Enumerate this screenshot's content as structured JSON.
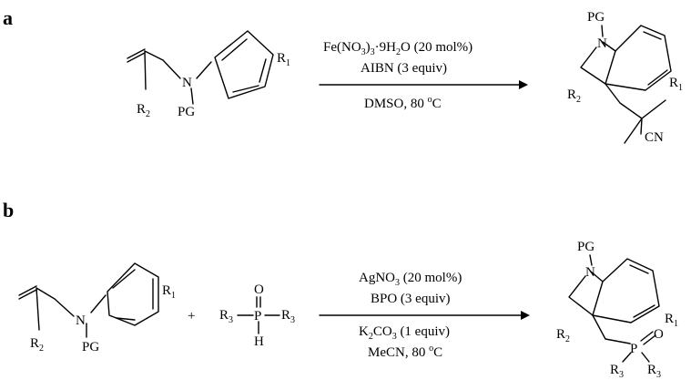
{
  "scheme_a": {
    "label": "a",
    "reactant": {
      "PG": "PG",
      "N": "N",
      "R1": "R",
      "R1_sub": "1",
      "R2": "R",
      "R2_sub": "2"
    },
    "conditions": {
      "line1": {
        "a": "Fe(NO",
        "b": "3",
        "c": ")",
        "d": "3",
        "e": "·9H",
        "f": "2",
        "g": "O (20 mol%)"
      },
      "line2": "AIBN (3 equiv)",
      "line3": {
        "a": "DMSO, 80 ",
        "b": "o",
        "c": "C"
      }
    },
    "product": {
      "PG": "PG",
      "N": "N",
      "R1": "R",
      "R1_sub": "1",
      "R2": "R",
      "R2_sub": "2",
      "CN": "CN"
    }
  },
  "scheme_b": {
    "label": "b",
    "reactant": {
      "PG": "PG",
      "N": "N",
      "R1": "R",
      "R1_sub": "1",
      "R2": "R",
      "R2_sub": "2"
    },
    "plus": "+",
    "reagent": {
      "O": "O",
      "P": "P",
      "H": "H",
      "R3": "R",
      "R3_sub": "3"
    },
    "conditions": {
      "line1": {
        "a": "AgNO",
        "b": "3",
        "c": " (20 mol%)"
      },
      "line2": "BPO (3 equiv)",
      "line3": {
        "a": "K",
        "b": "2",
        "c": "CO",
        "d": "3",
        "e": " (1 equiv)"
      },
      "line4": {
        "a": "MeCN, 80 ",
        "b": "o",
        "c": "C"
      }
    },
    "product": {
      "PG": "PG",
      "N": "N",
      "R1": "R",
      "R1_sub": "1",
      "R2": "R",
      "R2_sub": "2",
      "P": "P",
      "O": "O",
      "R3": "R",
      "R3_sub": "3"
    }
  }
}
